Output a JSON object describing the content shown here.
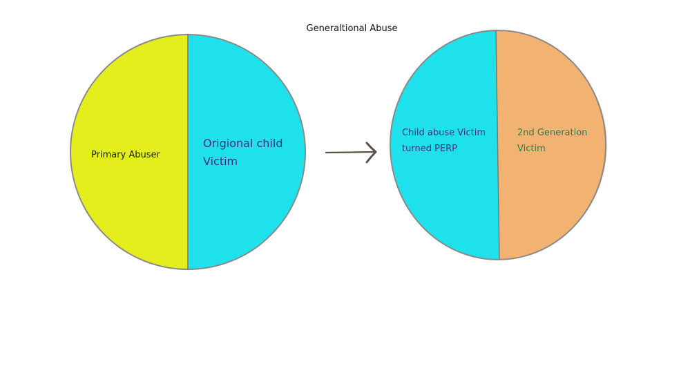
{
  "diagram": {
    "title": "Generaltional Abuse",
    "left_circle": {
      "left_half": {
        "label": "Primary Abuser",
        "color": "#e3ee1c"
      },
      "right_half": {
        "label_line1": "Origional child",
        "label_line2": "Victim",
        "color": "#1fe1ec"
      }
    },
    "arrow": {
      "direction": "right",
      "color": "#5a5149"
    },
    "right_circle": {
      "left_half": {
        "label_line1": "Child abuse Victim",
        "label_line2": "turned PERP",
        "color": "#1fe1ec"
      },
      "right_half": {
        "label_line1": "2nd Generation",
        "label_line2": "Victim",
        "color": "#f2b272"
      }
    },
    "outline_color": "#8a8a8a"
  }
}
